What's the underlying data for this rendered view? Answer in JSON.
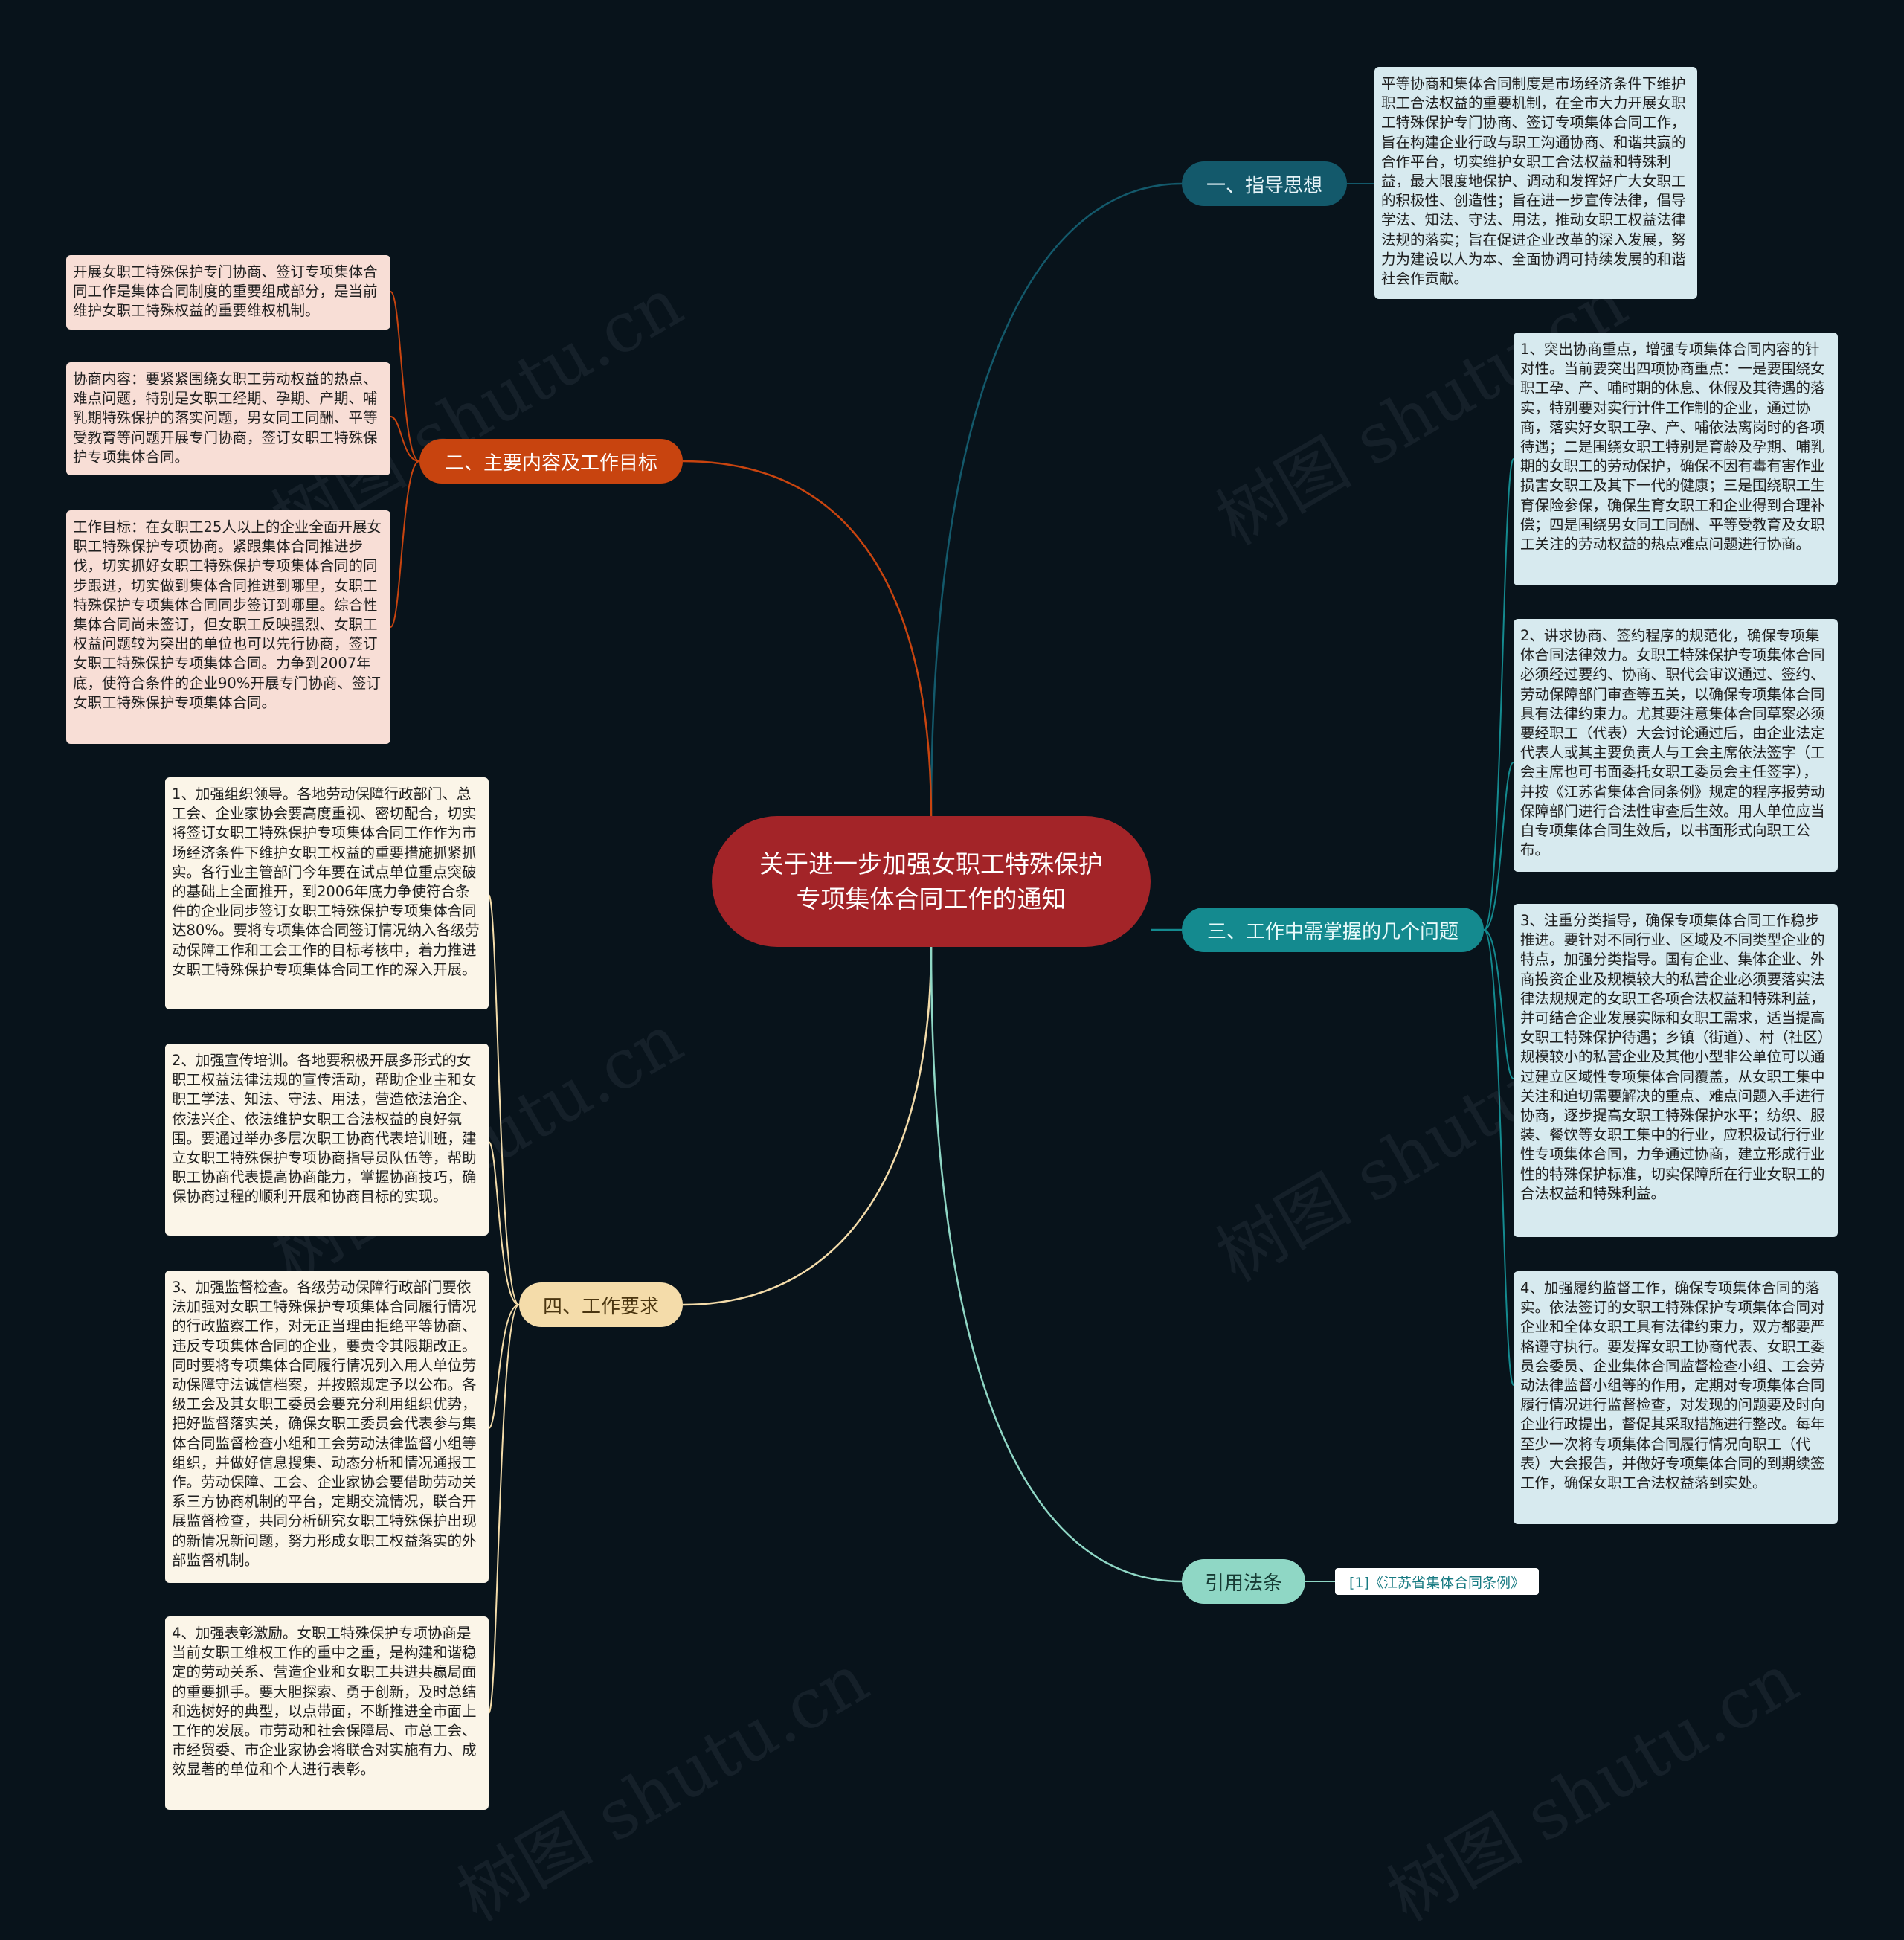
{
  "colors": {
    "background": "#08131b",
    "center": "#a32428",
    "branch_guide": "#13596b",
    "branch_content": "#c8440f",
    "branch_issues": "#148a8f",
    "branch_requirements": "#f4dcaa",
    "branch_reference": "#8fd7c5"
  },
  "center": {
    "title": "关于进一步加强女职工特殊保护专项集体合同工作的通知"
  },
  "branches": {
    "guide": {
      "label": "一、指导思想",
      "items": [
        "平等协商和集体合同制度是市场经济条件下维护职工合法权益的重要机制，在全市大力开展女职工特殊保护专门协商、签订专项集体合同工作，旨在构建企业行政与职工沟通协商、和谐共赢的合作平台，切实维护女职工合法权益和特殊利益，最大限度地保护、调动和发挥好广大女职工的积极性、创造性；旨在进一步宣传法律，倡导学法、知法、守法、用法，推动女职工权益法律法规的落实；旨在促进企业改革的深入发展，努力为建设以人为本、全面协调可持续发展的和谐社会作贡献。"
      ]
    },
    "content": {
      "label": "二、主要内容及工作目标",
      "items": [
        "开展女职工特殊保护专门协商、签订专项集体合同工作是集体合同制度的重要组成部分，是当前维护女职工特殊权益的重要维权机制。",
        "协商内容：要紧紧围绕女职工劳动权益的热点、难点问题，特别是女职工经期、孕期、产期、哺乳期特殊保护的落实问题，男女同工同酬、平等受教育等问题开展专门协商，签订女职工特殊保护专项集体合同。",
        "工作目标：在女职工25人以上的企业全面开展女职工特殊保护专项协商。紧跟集体合同推进步伐，切实抓好女职工特殊保护专项集体合同的同步跟进，切实做到集体合同推进到哪里，女职工特殊保护专项集体合同同步签订到哪里。综合性集体合同尚未签订，但女职工反映强烈、女职工权益问题较为突出的单位也可以先行协商，签订女职工特殊保护专项集体合同。力争到2007年底，使符合条件的企业90%开展专门协商、签订女职工特殊保护专项集体合同。"
      ]
    },
    "issues": {
      "label": "三、工作中需掌握的几个问题",
      "items": [
        "1、突出协商重点，增强专项集体合同内容的针对性。当前要突出四项协商重点：一是要围绕女职工孕、产、哺时期的休息、休假及其待遇的落实，特别要对实行计件工作制的企业，通过协商，落实好女职工孕、产、哺依法离岗时的各项待遇；二是围绕女职工特别是育龄及孕期、哺乳期的女职工的劳动保护，确保不因有毒有害作业损害女职工及其下一代的健康；三是围绕职工生育保险参保，确保生育女职工和企业得到合理补偿；四是围绕男女同工同酬、平等受教育及女职工关注的劳动权益的热点难点问题进行协商。",
        "2、讲求协商、签约程序的规范化，确保专项集体合同法律效力。女职工特殊保护专项集体合同必须经过要约、协商、职代会审议通过、签约、劳动保障部门审查等五关，以确保专项集体合同具有法律约束力。尤其要注意集体合同草案必须要经职工（代表）大会讨论通过后，由企业法定代表人或其主要负责人与工会主席依法签字（工会主席也可书面委托女职工委员会主任签字），并按《江苏省集体合同条例》规定的程序报劳动保障部门进行合法性审查后生效。用人单位应当自专项集体合同生效后，以书面形式向职工公布。",
        "3、注重分类指导，确保专项集体合同工作稳步推进。要针对不同行业、区域及不同类型企业的特点，加强分类指导。国有企业、集体企业、外商投资企业及规模较大的私营企业必须要落实法律法规规定的女职工各项合法权益和特殊利益，并可结合企业发展实际和女职工需求，适当提高女职工特殊保护待遇；乡镇（街道）、村（社区）规模较小的私营企业及其他小型非公单位可以通过建立区域性专项集体合同覆盖，从女职工集中关注和迫切需要解决的重点、难点问题入手进行协商，逐步提高女职工特殊保护水平；纺织、服装、餐饮等女职工集中的行业，应积极试行行业性专项集体合同，力争通过协商，建立形成行业性的特殊保护标准，切实保障所在行业女职工的合法权益和特殊利益。",
        "4、加强履约监督工作，确保专项集体合同的落实。依法签订的女职工特殊保护专项集体合同对企业和全体女职工具有法律约束力，双方都要严格遵守执行。要发挥女职工协商代表、女职工委员会委员、企业集体合同监督检查小组、工会劳动法律监督小组等的作用，定期对专项集体合同履行情况进行监督检查，对发现的问题要及时向企业行政提出，督促其采取措施进行整改。每年至少一次将专项集体合同履行情况向职工（代表）大会报告，并做好专项集体合同的到期续签工作，确保女职工合法权益落到实处。"
      ]
    },
    "requirements": {
      "label": "四、工作要求",
      "items": [
        "1、加强组织领导。各地劳动保障行政部门、总工会、企业家协会要高度重视、密切配合，切实将签订女职工特殊保护专项集体合同工作作为市场经济条件下维护女职工权益的重要措施抓紧抓实。各行业主管部门今年要在试点单位重点突破的基础上全面推开，到2006年底力争使符合条件的企业同步签订女职工特殊保护专项集体合同达80%。要将专项集体合同签订情况纳入各级劳动保障工作和工会工作的目标考核中，着力推进女职工特殊保护专项集体合同工作的深入开展。",
        "2、加强宣传培训。各地要积极开展多形式的女职工权益法律法规的宣传活动，帮助企业主和女职工学法、知法、守法、用法，营造依法治企、依法兴企、依法维护女职工合法权益的良好氛围。要通过举办多层次职工协商代表培训班，建立女职工特殊保护专项协商指导员队伍等，帮助职工协商代表提高协商能力，掌握协商技巧，确保协商过程的顺利开展和协商目标的实现。",
        "3、加强监督检查。各级劳动保障行政部门要依法加强对女职工特殊保护专项集体合同履行情况的行政监察工作，对无正当理由拒绝平等协商、违反专项集体合同的企业，要责令其限期改正。同时要将专项集体合同履行情况列入用人单位劳动保障守法诚信档案，并按照规定予以公布。各级工会及其女职工委员会要充分利用组织优势，把好监督落实关，确保女职工委员会代表参与集体合同监督检查小组和工会劳动法律监督小组等组织，并做好信息搜集、动态分析和情况通报工作。劳动保障、工会、企业家协会要借助劳动关系三方协商机制的平台，定期交流情况，联合开展监督检查，共同分析研究女职工特殊保护出现的新情况新问题，努力形成女职工权益落实的外部监督机制。",
        "4、加强表彰激励。女职工特殊保护专项协商是当前女职工维权工作的重中之重，是构建和谐稳定的劳动关系、营造企业和女职工共进共赢局面的重要抓手。要大胆探索、勇于创新，及时总结和选树好的典型，以点带面，不断推进全市面上工作的发展。市劳动和社会保障局、市总工会、市经贸委、市企业家协会将联合对实施有力、成效显著的单位和个人进行表彰。"
      ]
    },
    "reference": {
      "label": "引用法条",
      "items": [
        "[1]《江苏省集体合同条例》"
      ]
    }
  },
  "watermark": {
    "text": "树图 shutu.cn"
  }
}
